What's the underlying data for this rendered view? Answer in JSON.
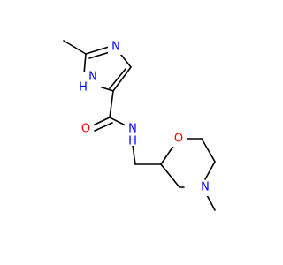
{
  "molecule": {
    "atoms": {
      "imidazole_n3": "N",
      "imidazole_n1": "N",
      "imidazole_n1_h": "H",
      "carbonyl_o": "O",
      "amide_n": "N",
      "amide_n_h": "H",
      "morpholine_o": "O",
      "morpholine_n": "N"
    },
    "colors": {
      "bond": "#000000",
      "nitrogen": "#0000ff",
      "oxygen": "#ff0000",
      "background": "#ffffff"
    }
  }
}
